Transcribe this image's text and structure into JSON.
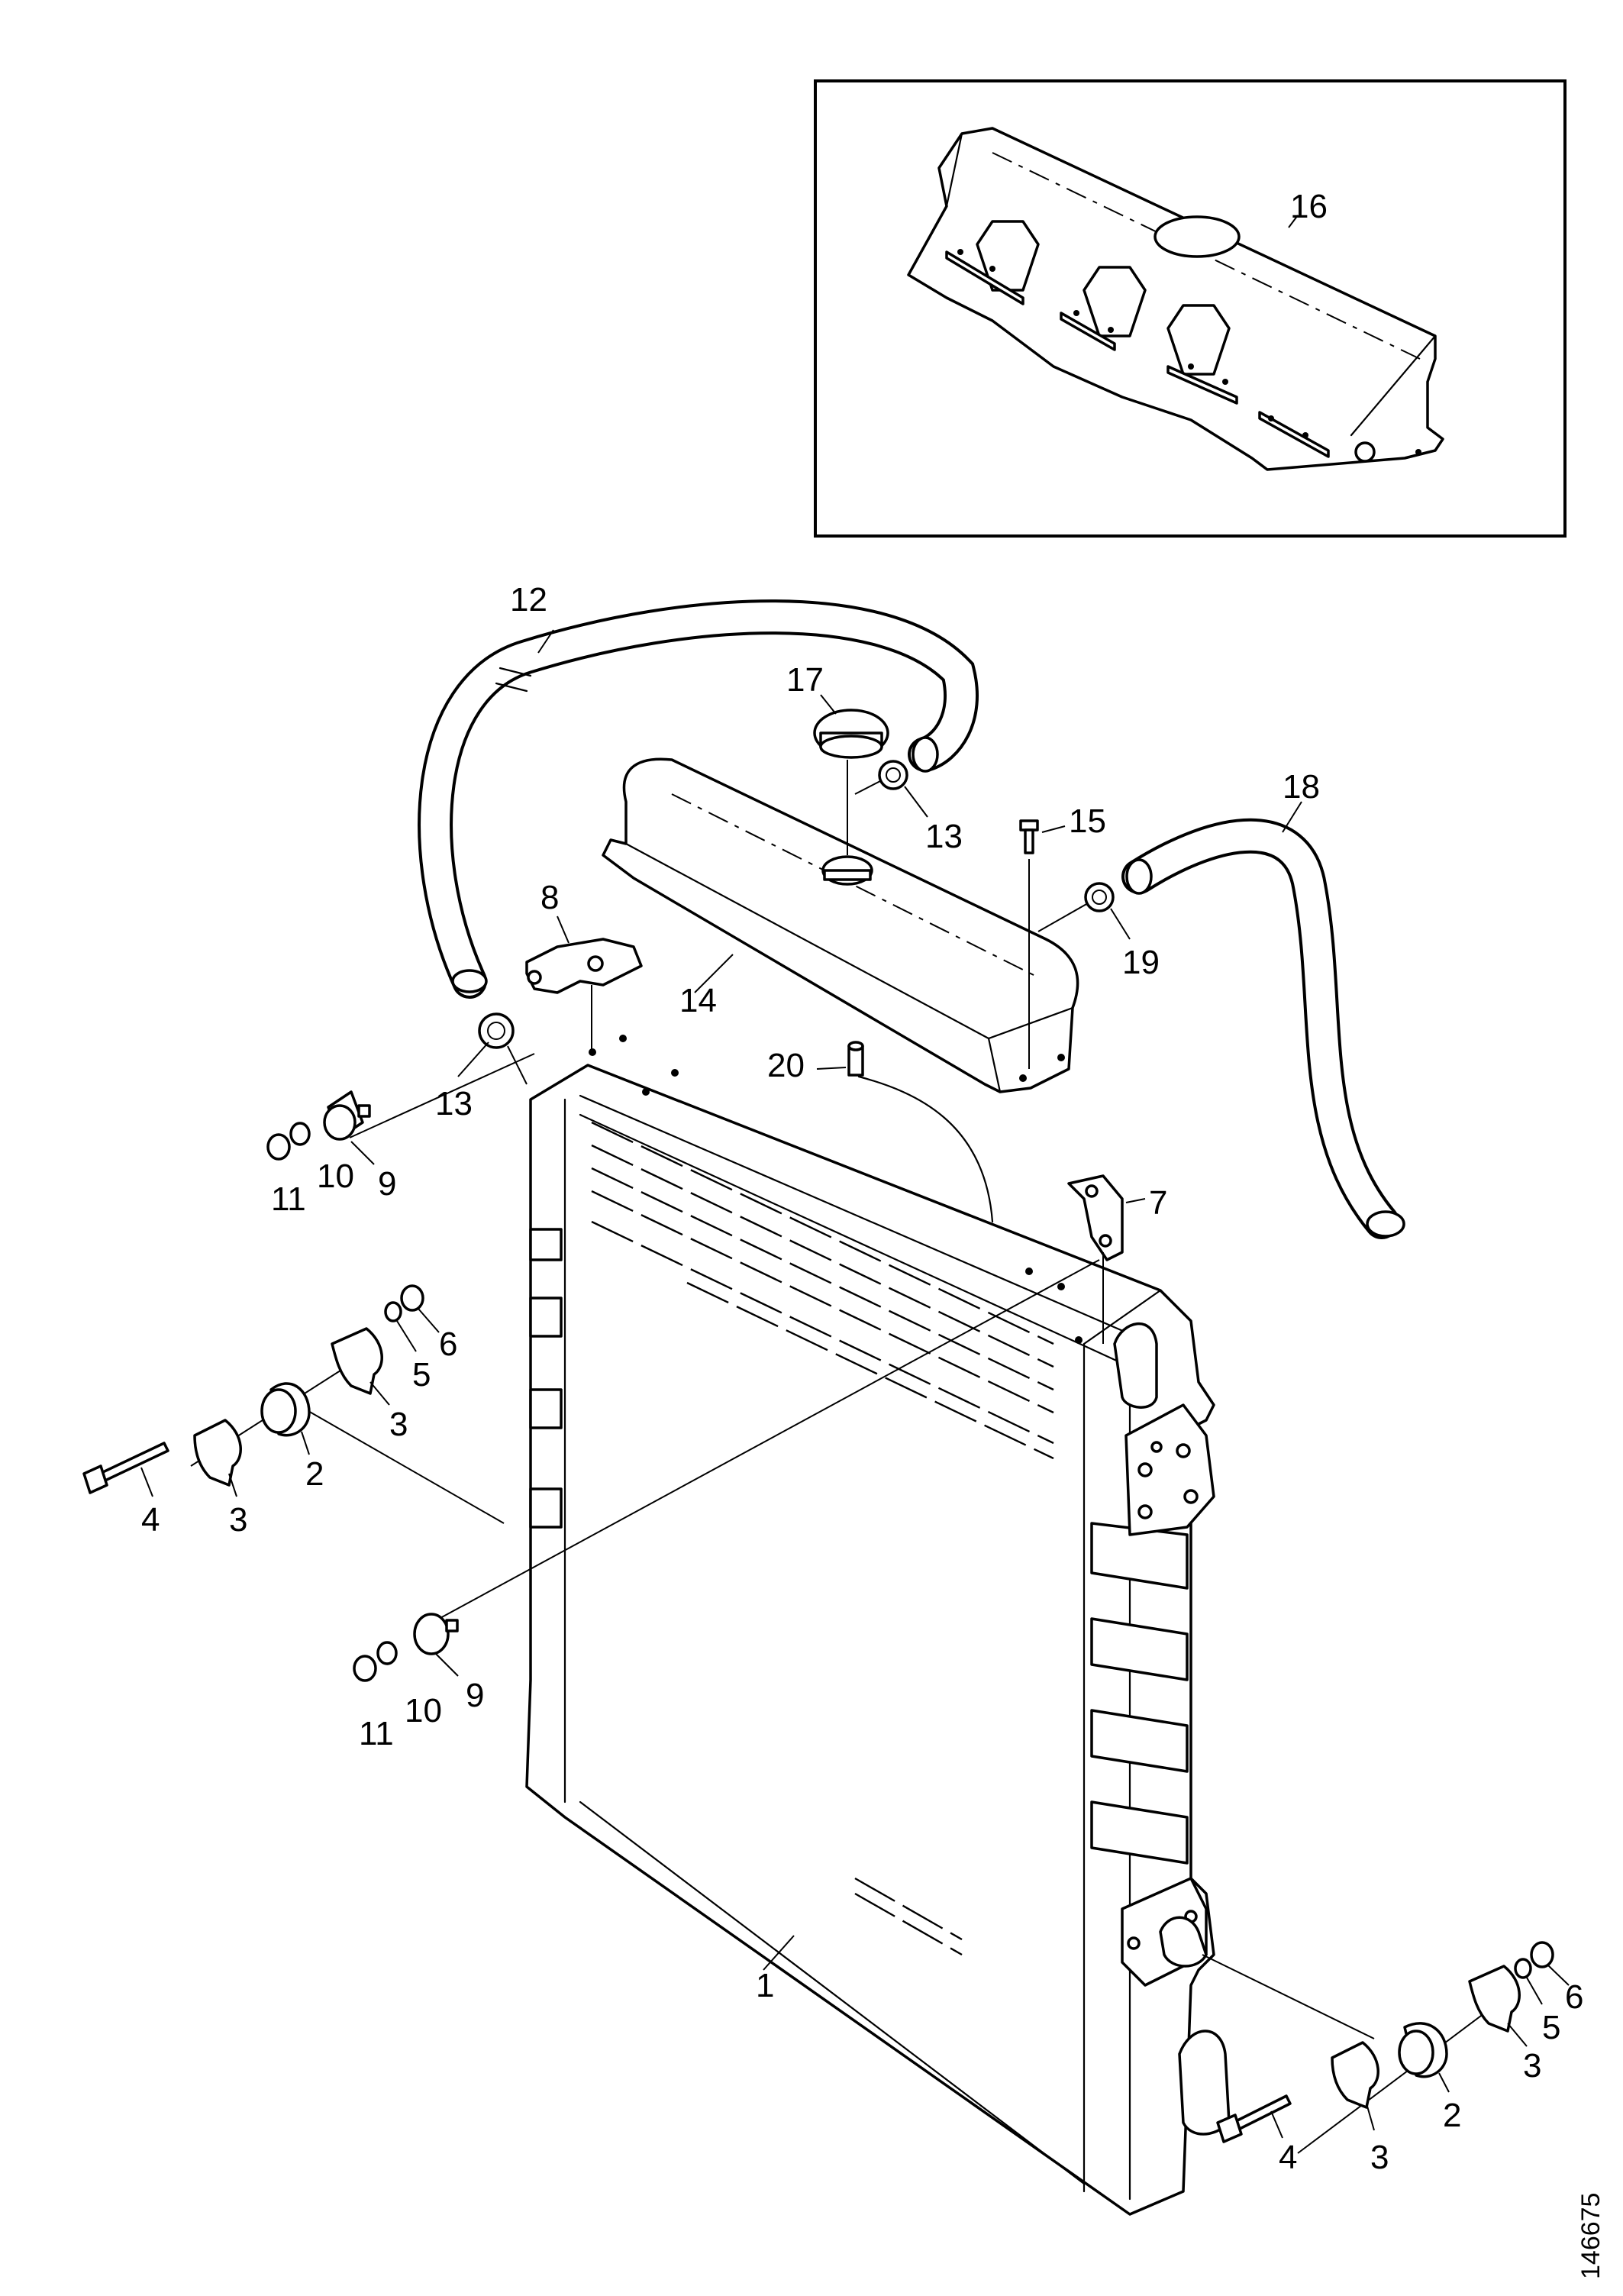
{
  "figure": {
    "document_number": "146675",
    "callouts": [
      {
        "id": "c1",
        "label": "1"
      },
      {
        "id": "c2a",
        "label": "2"
      },
      {
        "id": "c2b",
        "label": "2"
      },
      {
        "id": "c3a",
        "label": "3"
      },
      {
        "id": "c3b",
        "label": "3"
      },
      {
        "id": "c3c",
        "label": "3"
      },
      {
        "id": "c3d",
        "label": "3"
      },
      {
        "id": "c4a",
        "label": "4"
      },
      {
        "id": "c4b",
        "label": "4"
      },
      {
        "id": "c5a",
        "label": "5"
      },
      {
        "id": "c5b",
        "label": "5"
      },
      {
        "id": "c6a",
        "label": "6"
      },
      {
        "id": "c6b",
        "label": "6"
      },
      {
        "id": "c7",
        "label": "7"
      },
      {
        "id": "c8",
        "label": "8"
      },
      {
        "id": "c9a",
        "label": "9"
      },
      {
        "id": "c9b",
        "label": "9"
      },
      {
        "id": "c10a",
        "label": "10"
      },
      {
        "id": "c10b",
        "label": "10"
      },
      {
        "id": "c11a",
        "label": "11"
      },
      {
        "id": "c11b",
        "label": "11"
      },
      {
        "id": "c12",
        "label": "12"
      },
      {
        "id": "c13a",
        "label": "13"
      },
      {
        "id": "c13b",
        "label": "13"
      },
      {
        "id": "c14",
        "label": "14"
      },
      {
        "id": "c15",
        "label": "15"
      },
      {
        "id": "c16",
        "label": "16"
      },
      {
        "id": "c17",
        "label": "17"
      },
      {
        "id": "c18",
        "label": "18"
      },
      {
        "id": "c19",
        "label": "19"
      },
      {
        "id": "c20",
        "label": "20"
      }
    ]
  }
}
